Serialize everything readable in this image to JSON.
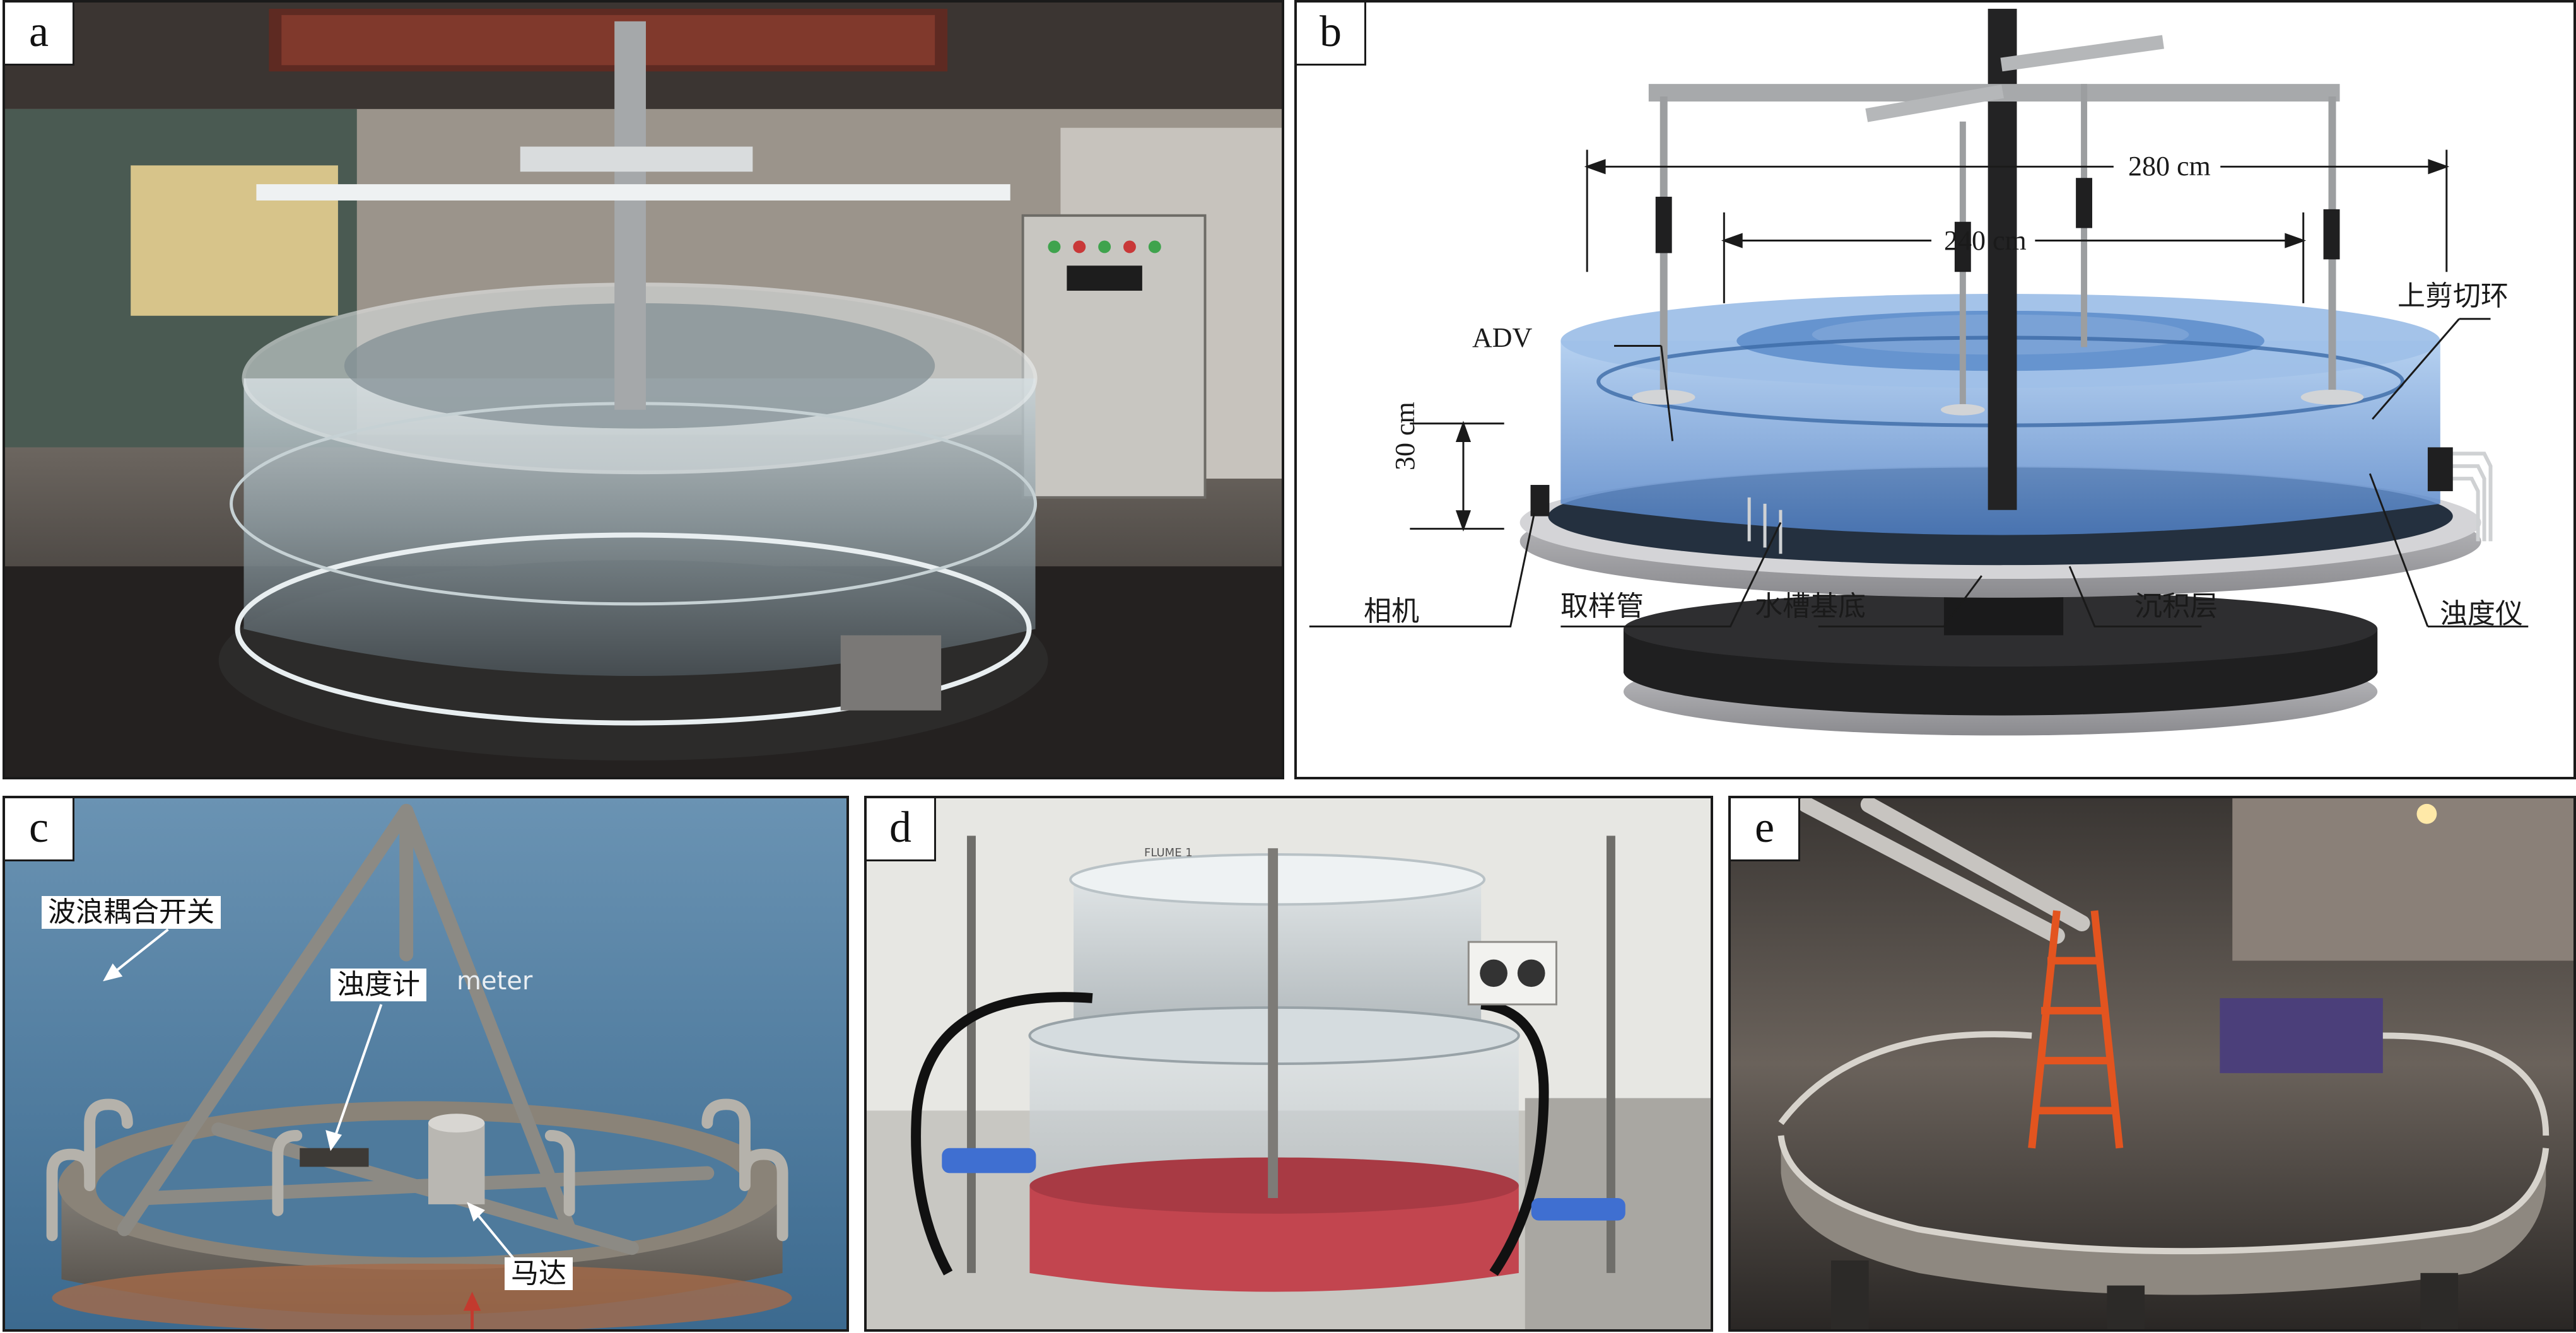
{
  "panels": {
    "a": {
      "letter": "a"
    },
    "b": {
      "letter": "b",
      "dim_outer": "280 cm",
      "dim_inner": "240 cm",
      "dim_height": "30 cm",
      "labels": {
        "adv": "ADV",
        "upper_shear_ring": "上剪切环",
        "camera": "相机",
        "sampling_tube": "取样管",
        "flume_base": "水槽基底",
        "sediment_layer": "沉积层",
        "turbidimeter": "浊度仪"
      }
    },
    "c": {
      "letter": "c",
      "labels": {
        "wave_switch": "波浪耦合开关",
        "turbidity_meter": "浊度计",
        "motor": "马达",
        "meter_text": "meter"
      }
    },
    "d": {
      "letter": "d",
      "tag_text": "FLUME 1"
    },
    "e": {
      "letter": "e"
    }
  },
  "colors": {
    "water_blue": "#5b8fd0",
    "sediment_dark": "#24303f",
    "sea_blue": "#4f7fa3",
    "sediment_red": "#c2454f"
  }
}
